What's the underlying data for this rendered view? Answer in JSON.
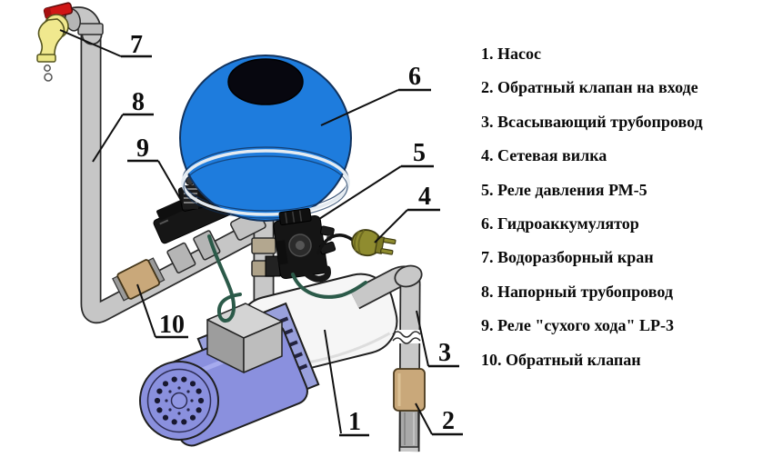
{
  "legend": {
    "items": [
      "1. Насос",
      "2. Обратный клапан на входе",
      "3. Всасывающий трубопровод",
      "4. Сетевая вилка",
      "5. Реле давления РМ-5",
      "6. Гидроаккумулятор",
      "7. Водоразборный кран",
      "8. Напорный трубопровод",
      "9. Реле \"сухого хода\" LP-3",
      "10. Обратный клапан"
    ]
  },
  "callouts": [
    "1",
    "2",
    "3",
    "4",
    "5",
    "6",
    "7",
    "8",
    "9",
    "10"
  ],
  "colors": {
    "tank_blue": "#1e7cdd",
    "tank_hole": "#07070f",
    "pipe_gray": "#c6c6c6",
    "motor_purple": "#8a90de",
    "brass": "#c9a87a",
    "tap_yellow": "#f0e88e",
    "handle_red": "#d01616",
    "plug_olive": "#8f8c2f",
    "wire_green": "#2b5a49",
    "relay_black": "#151515",
    "text_black": "#0a0a0a"
  }
}
